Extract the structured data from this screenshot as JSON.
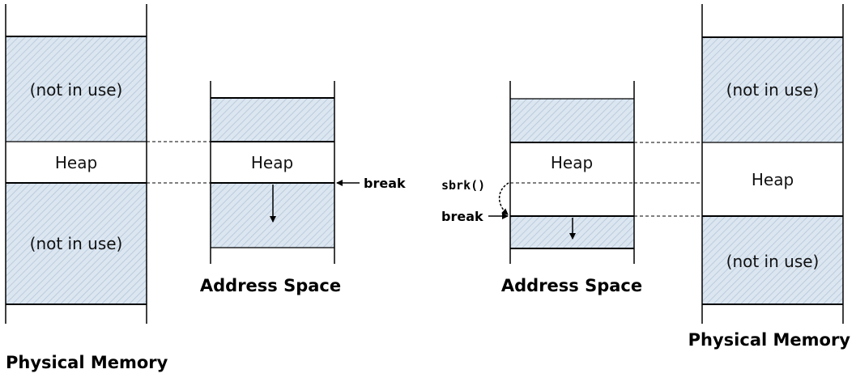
{
  "colors": {
    "hatch_fill": "#dbe6f1",
    "hatch_line": "#b5c5d6",
    "line": "#000000"
  },
  "left_physical": {
    "caption": "Physical Memory",
    "blocks": [
      {
        "label": "(not in use)"
      },
      {
        "label": "Heap"
      },
      {
        "label": "(not in use)"
      }
    ]
  },
  "left_address_space": {
    "caption": "Address Space",
    "heap_label": "Heap",
    "break_label": "break"
  },
  "right_address_space": {
    "caption": "Address Space",
    "heap_label": "Heap",
    "call_label": "sbrk()",
    "break_label": "break"
  },
  "right_physical": {
    "caption": "Physical Memory",
    "blocks": [
      {
        "label": "(not in use)"
      },
      {
        "label": "Heap"
      },
      {
        "label": "(not in use)"
      }
    ]
  }
}
